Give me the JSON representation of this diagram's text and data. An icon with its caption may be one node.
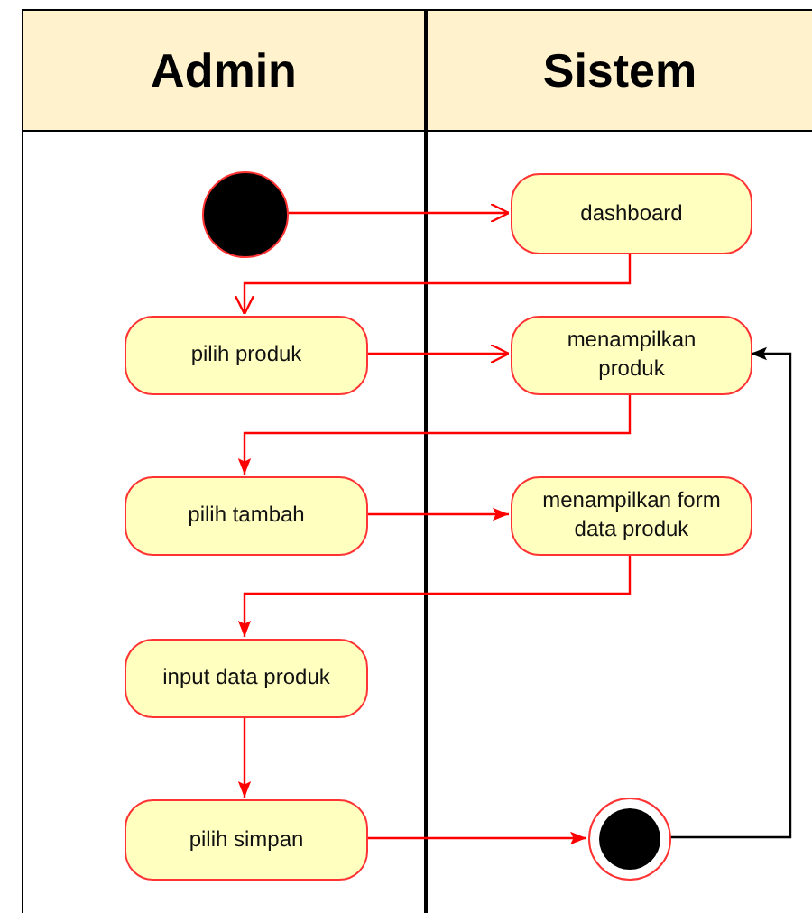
{
  "diagram": {
    "nodes": [
      {
        "text": [
          "Admin"
        ]
      },
      {
        "text": [
          "Sistem"
        ]
      },
      {
        "text": [],
        "shape": "circle",
        "in": 0
      },
      {
        "text": [
          "dashboard"
        ],
        "in": 1
      },
      {
        "text": [
          "pilih produk"
        ],
        "in": 0
      },
      {
        "text": [
          "menampilkan produk"
        ],
        "in": 1
      },
      {
        "text": [
          "pilih tambah"
        ],
        "in": 0
      },
      {
        "text": [
          "menampilkan form data produk"
        ],
        "in": 1
      },
      {
        "text": [
          "input data produk"
        ],
        "in": 0
      },
      {
        "text": [
          "pilih simpan"
        ],
        "in": 0
      },
      {
        "text": [],
        "shape": "circle",
        "in": 1
      }
    ],
    "edges": [
      {
        "from": 2,
        "to": 3,
        "arrow": "to"
      },
      {
        "from": 3,
        "to": 4,
        "arrow": "to"
      },
      {
        "from": 4,
        "to": 5,
        "arrow": "to"
      },
      {
        "from": 5,
        "to": 6,
        "arrow": "to"
      },
      {
        "from": 6,
        "to": 7,
        "arrow": "to"
      },
      {
        "from": 7,
        "to": 8,
        "arrow": "to"
      },
      {
        "from": 8,
        "to": 9,
        "arrow": "to"
      },
      {
        "from": 9,
        "to": 10,
        "arrow": "to"
      },
      {
        "from": 10,
        "to": 5,
        "arrow": "to",
        "color": "#000000"
      }
    ]
  }
}
